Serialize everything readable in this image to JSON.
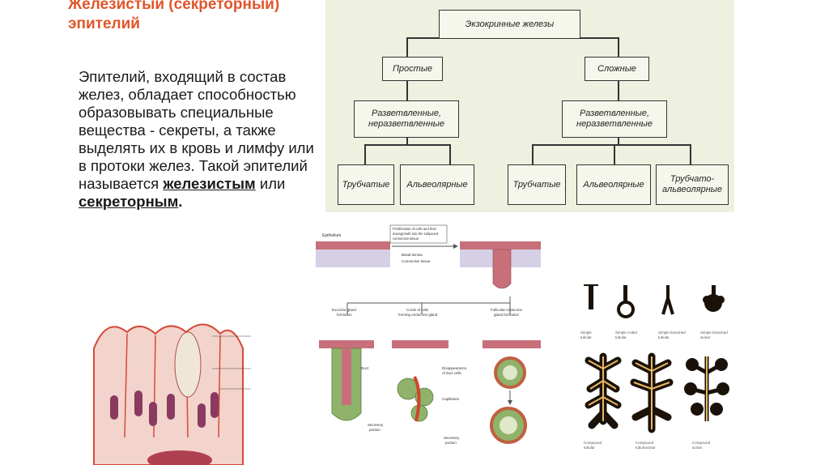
{
  "slide": {
    "title": "Железистый (секреторный) эпителий",
    "body": {
      "intro": "Эпителий, входящий в состав желез, обладает способностью образовывать специальные вещества - секреты, а также выделять их в кровь и лимфу или в протоки желез. Такой эпителий называется ",
      "term1": "железистым",
      "between": " или ",
      "term2": "секреторным",
      "end": "."
    }
  },
  "diagram": {
    "root": "Экзокринные железы",
    "left": "Простые",
    "right": "Сложные",
    "left_branch_line1": "Разветвленные,",
    "left_branch_line2": "неразветвленные",
    "right_branch_line1": "Разветвленные,",
    "right_branch_line2": "неразветвленные",
    "leaf1": "Трубчатые",
    "leaf2": "Альвеолярные",
    "leaf3": "Трубчатые",
    "leaf4": "Альвеолярные",
    "leaf5_line1": "Трубчато-",
    "leaf5_line2": "альвеолярные"
  },
  "figure_lower": {
    "epithelium": "Epithelium",
    "note_line1": "Proliferation of cells and their",
    "note_line2": "downgrowth into the subjacent",
    "note_line3": "connective tissue",
    "basal": "Basal lamina",
    "connective": "Connective tissue",
    "exo_line1": "Exocrine gland",
    "exo_line2": "formation",
    "cords_line1": "Cords of cells",
    "cords_line2": "forming endocrine gland",
    "follicular_line1": "Follicular endocrine",
    "follicular_line2": "gland formation",
    "duct": "Duct",
    "disappear_line1": "Disappearance",
    "disappear_line2": "of duct cells",
    "capillaries": "Capillaries",
    "secretory1_line1": "Secretory",
    "secretory1_line2": "portion",
    "secretory2_line1": "Secretory",
    "secretory2_line2": "portion"
  },
  "figure_right": {
    "l1_line1": "Simple",
    "l1_line2": "tubular",
    "l2_line1": "Simple coiled",
    "l2_line2": "tubular",
    "l3_line1": "Simple branched",
    "l3_line2": "tubular",
    "l4_line1": "Simple branched",
    "l4_line2": "acinar",
    "l5_line1": "Compound",
    "l5_line2": "tubular",
    "l6_line1": "Compound",
    "l6_line2": "tubuloacinar",
    "l7_line1": "Compound",
    "l7_line2": "acinar"
  },
  "colors": {
    "title": "#e0562a",
    "diagram_bg": "#eef0e0",
    "epithelium": "#c8707a",
    "tissue": "#d6d0e6",
    "secretory": "#8fb36a",
    "gland_dark": "#1a1208",
    "gland_light": "#e8b860"
  }
}
